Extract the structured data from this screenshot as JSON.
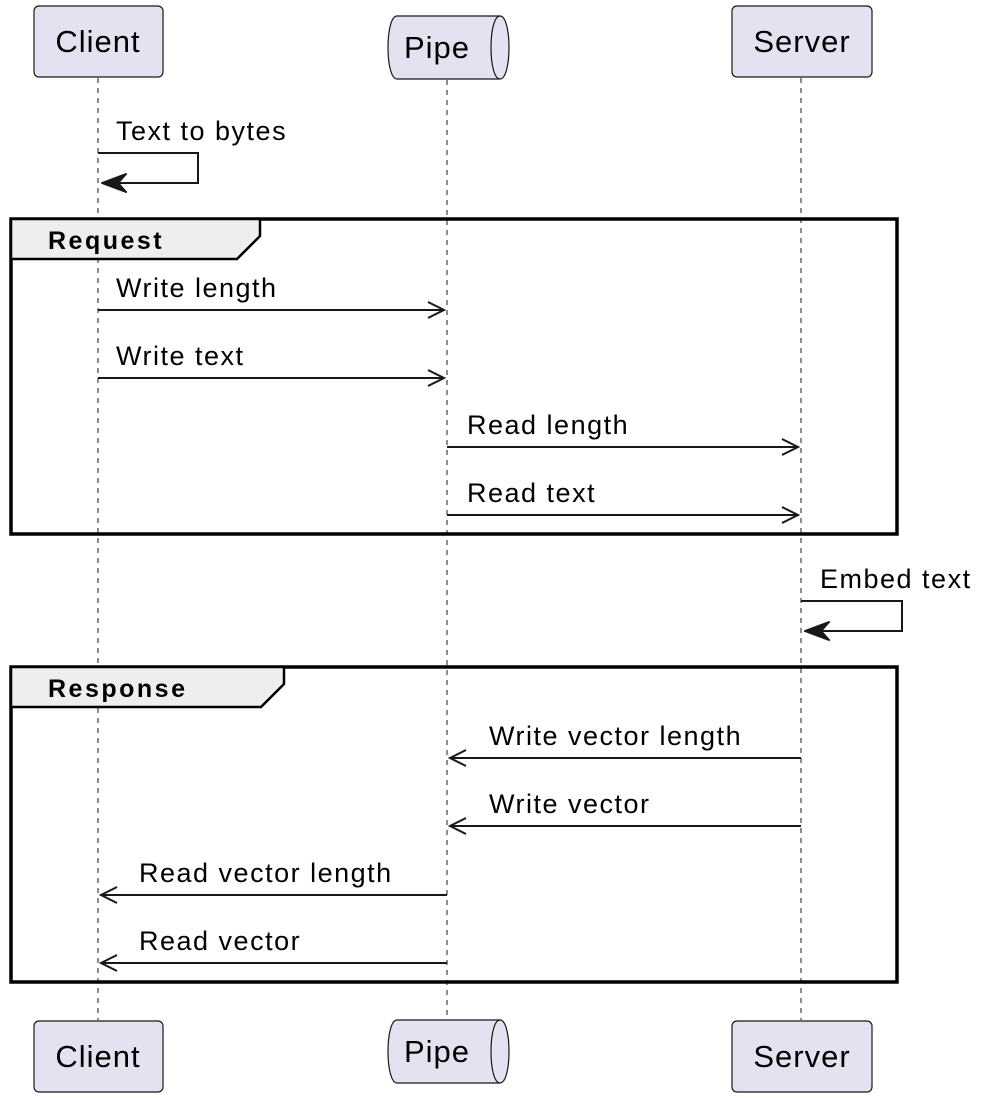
{
  "diagram": {
    "participants": [
      {
        "id": "client",
        "label": "Client",
        "shape": "box"
      },
      {
        "id": "pipe",
        "label": "Pipe",
        "shape": "queue"
      },
      {
        "id": "server",
        "label": "Server",
        "shape": "box"
      }
    ],
    "self_messages": [
      {
        "label": "Text to bytes",
        "participant": "client"
      },
      {
        "label": "Embed text",
        "participant": "server"
      }
    ],
    "groups": [
      {
        "label": "Request",
        "messages": [
          {
            "label": "Write length",
            "from": "client",
            "to": "pipe"
          },
          {
            "label": "Write text",
            "from": "client",
            "to": "pipe"
          },
          {
            "label": "Read length",
            "from": "pipe",
            "to": "server"
          },
          {
            "label": "Read text",
            "from": "pipe",
            "to": "server"
          }
        ]
      },
      {
        "label": "Response",
        "messages": [
          {
            "label": "Write vector length",
            "from": "server",
            "to": "pipe"
          },
          {
            "label": "Write vector",
            "from": "server",
            "to": "pipe"
          },
          {
            "label": "Read vector length",
            "from": "pipe",
            "to": "client"
          },
          {
            "label": "Read vector",
            "from": "pipe",
            "to": "client"
          }
        ]
      }
    ]
  },
  "colors": {
    "participant_fill": "#e2e2f0",
    "line": "#181818",
    "group_tab_fill": "#eeeeee"
  }
}
